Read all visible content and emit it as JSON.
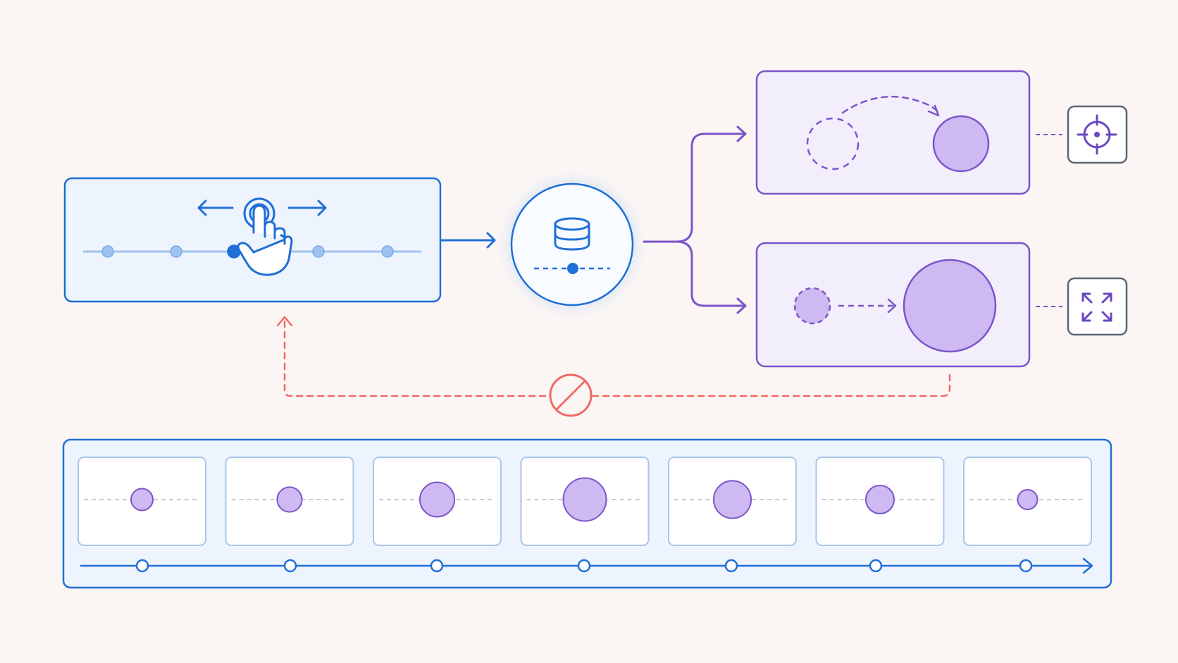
{
  "colors": {
    "background": "#fbf6f4",
    "blue": "#1f6fd6",
    "blue_light": "#9fc3f0",
    "panel_blue_fill": "#eef4fd",
    "purple": "#7b55c9",
    "purple_fill": "#cfb9f2",
    "panel_purple_fill": "#f3eefb",
    "red": "#ef6a64",
    "gray": "#5b6475"
  },
  "icons": {
    "drag_hand": "hand-pointer-icon",
    "drag_arrows": "arrow-left-right-icon",
    "store": "database-icon",
    "position_target": "crosshair-icon",
    "scale_target": "expand-icon",
    "blocked": "no-entry-icon"
  },
  "scrubber": {
    "handle_count": 5,
    "active_handle": 3
  },
  "targets": [
    {
      "kind": "position",
      "from_size": "medium",
      "to_size": "medium"
    },
    {
      "kind": "scale",
      "from_size": "small",
      "to_size": "large"
    }
  ],
  "timeline": {
    "frame_count": 7,
    "circle_scales": [
      0.45,
      0.52,
      0.75,
      0.95,
      0.82,
      0.6,
      0.4
    ]
  }
}
